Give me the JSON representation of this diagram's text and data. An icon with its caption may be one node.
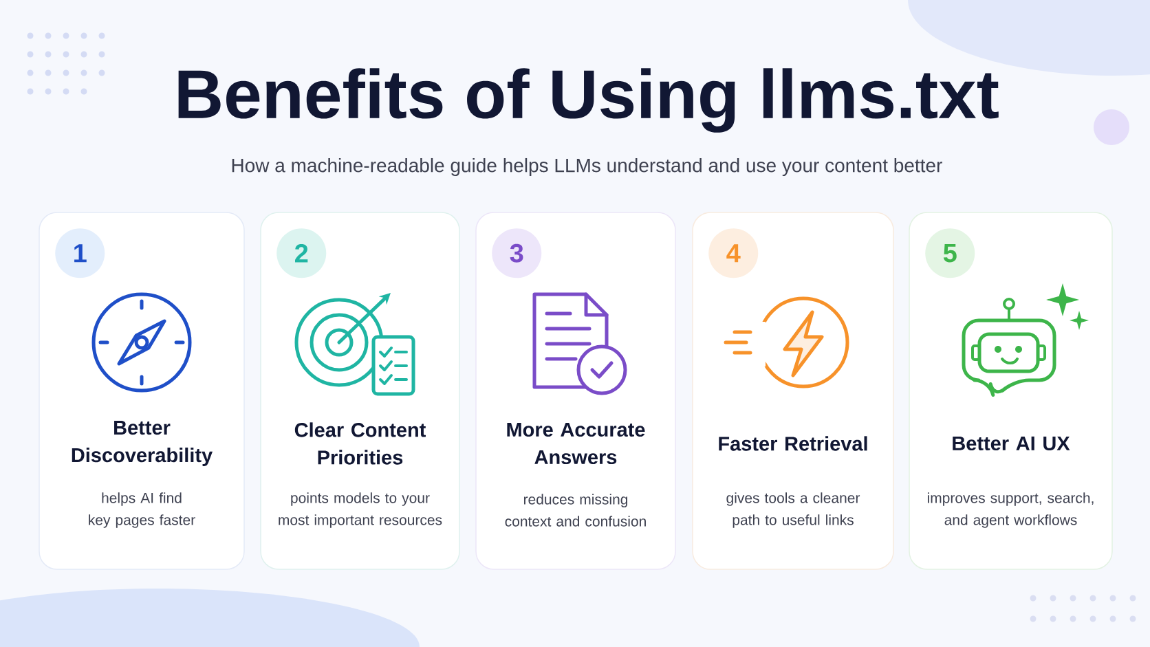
{
  "diagram": {
    "title": "Benefits of Using llms.txt",
    "caption": "How a machine-readable guide helps LLMs understand and use your content better",
    "nodes": [
      {
        "text": [
          "Better Discoverability",
          "helps AI find key pages faster"
        ]
      },
      {
        "text": [
          "1"
        ],
        "in": 0
      },
      {
        "text": [
          "Clear Content Priorities",
          "points models to your most important resources"
        ]
      },
      {
        "text": [
          "2"
        ],
        "in": 2
      },
      {
        "text": [
          "More Accurate Answers",
          "reduces missing context and confusion"
        ]
      },
      {
        "text": [
          "3"
        ],
        "in": 4
      },
      {
        "text": [
          "Faster Retrieval",
          "gives tools a cleaner path to useful links"
        ]
      },
      {
        "text": [
          "4"
        ],
        "in": 6
      },
      {
        "text": [
          "Better AI UX",
          "improves support, search, and agent workflows"
        ]
      },
      {
        "text": [
          "5"
        ],
        "in": 8
      }
    ]
  }
}
